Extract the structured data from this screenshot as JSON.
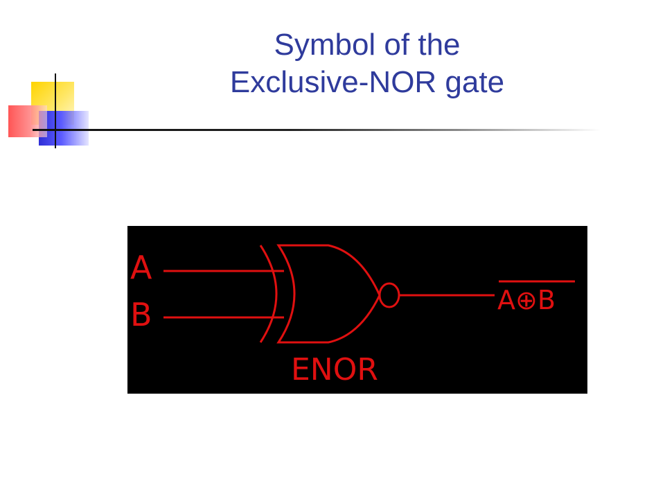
{
  "slide": {
    "title_line1": "Symbol of the",
    "title_line2": "Exclusive-NOR gate"
  },
  "diagram": {
    "input_a": "A",
    "input_b": "B",
    "output": "A⊕B",
    "gate_name": "ENOR",
    "colors": {
      "background": "#000000",
      "symbol": "#e01010"
    }
  },
  "theme": {
    "title_color": "#2f3b9c"
  }
}
